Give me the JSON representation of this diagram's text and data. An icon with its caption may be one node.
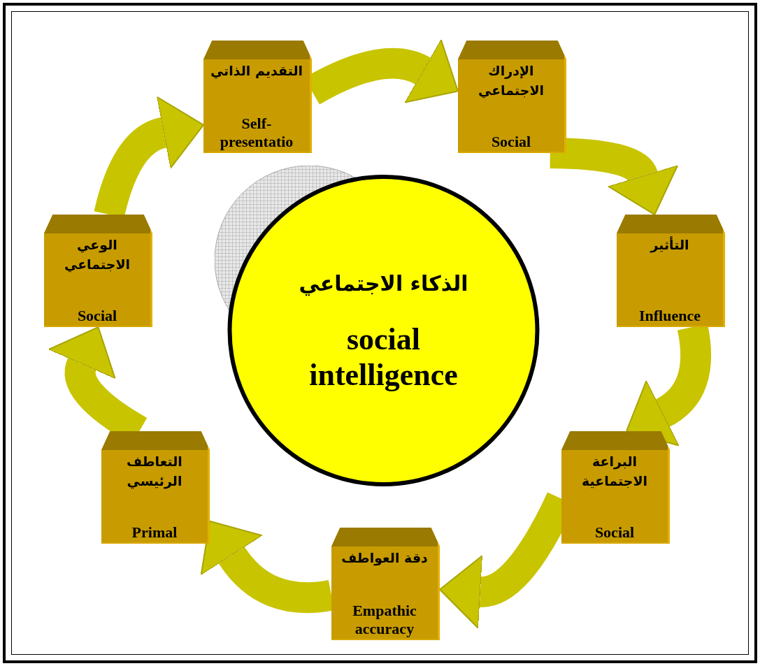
{
  "diagram": {
    "nodes": [
      {
        "text": [
          "الذكاء الاجتماعي",
          "social intelligence"
        ]
      },
      {
        "text": [
          "التقديم الذاتي",
          "Self- presentatio"
        ]
      },
      {
        "text": [
          "الإدراك الاجتماعي",
          "Social"
        ]
      },
      {
        "text": [
          "التأثير",
          "Influence"
        ]
      },
      {
        "text": [
          "البراعة الاجتماعية",
          "Social"
        ]
      },
      {
        "text": [
          "دقة العواطف",
          "Empathic accuracy"
        ]
      },
      {
        "text": [
          "التعاطف الرئيسي",
          "Primal"
        ]
      },
      {
        "text": [
          "الوعي الاجتماعي",
          "Social"
        ]
      }
    ],
    "edges": [
      {
        "from": 1,
        "to": 2,
        "arrow": "to"
      },
      {
        "from": 2,
        "to": 3,
        "arrow": "to"
      },
      {
        "from": 3,
        "to": 4,
        "arrow": "to"
      },
      {
        "from": 4,
        "to": 5,
        "arrow": "to"
      },
      {
        "from": 5,
        "to": 6,
        "arrow": "to"
      },
      {
        "from": 6,
        "to": 7,
        "arrow": "to"
      },
      {
        "from": 7,
        "to": 1,
        "arrow": "to"
      }
    ]
  }
}
